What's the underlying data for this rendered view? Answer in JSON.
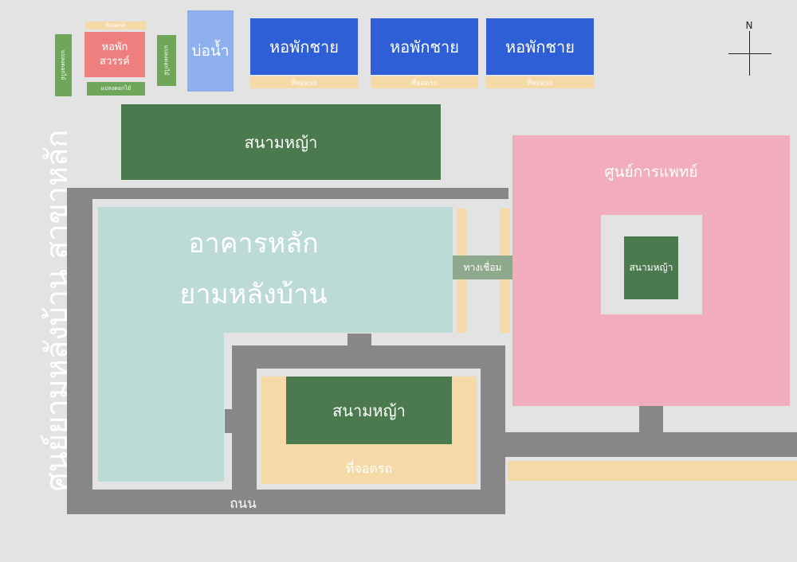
{
  "map_title": "ศูนย์ยามหลังบ้าน สาขาหลัก",
  "compass_n": "N",
  "buildings": {
    "dorm_sawan": "หอพัก\nสวรรค์",
    "pond": "บ่อน้ำ",
    "dorm_men_1": "หอพักชาย",
    "dorm_men_2": "หอพักชาย",
    "dorm_men_3": "หอพักชาย",
    "main_building_line1": "อาคารหลัก",
    "main_building_line2": "ยามหลังบ้าน",
    "medical_center": "ศูนย์การแพทย์"
  },
  "lawns": {
    "top": "สนามหญ้า",
    "medical": "สนามหญ้า",
    "center": "สนามหญ้า"
  },
  "labels": {
    "parking": "ที่จอดรถ",
    "parking_small": "ที่จอดรถ",
    "flower_bed": "แปลงดอกไม้",
    "walkway": "ทางเชื่อม",
    "road": "ถนน"
  },
  "colors": {
    "background": "#e3e3e3",
    "road": "#878787",
    "lawn": "#4a7a4e",
    "dorm_men": "#2f5fd6",
    "pond": "#8fb0ee",
    "dorm_sawan": "#ef7e7e",
    "main_building": "#bcdbd7",
    "medical_center": "#f1adbd",
    "parking": "#f5d9a6",
    "walkway": "#8ea88c",
    "flower_bed": "#6fa659"
  }
}
